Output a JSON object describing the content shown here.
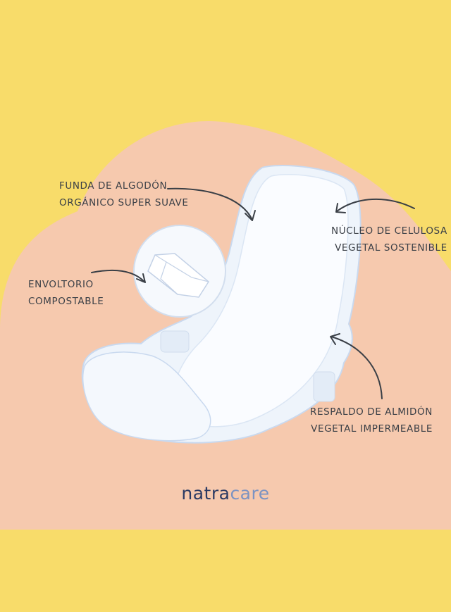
{
  "labels": {
    "funda": [
      "FUNDA DE ALGODÓN",
      "ORGÁNICO SUPER SUAVE"
    ],
    "envoltorio": [
      "ENVOLTORIO",
      "COMPOSTABLE"
    ],
    "nucleo": [
      "NÚCLEO DE CELULOSA",
      "VEGETAL SOSTENIBLE"
    ],
    "respaldo": [
      "RESPALDO DE ALMIDÓN",
      "VEGETAL IMPERMEABLE"
    ]
  },
  "logo": {
    "part1": "natra",
    "part2": "care"
  },
  "colors": {
    "background": "#f8dc6a",
    "blob": "#f6c9ae",
    "pad": "#f4f8fd",
    "pad_edge": "#c9d9ef",
    "text": "#3a3f46",
    "logo_dark": "#2b3a63",
    "logo_light": "#7c93c2"
  }
}
